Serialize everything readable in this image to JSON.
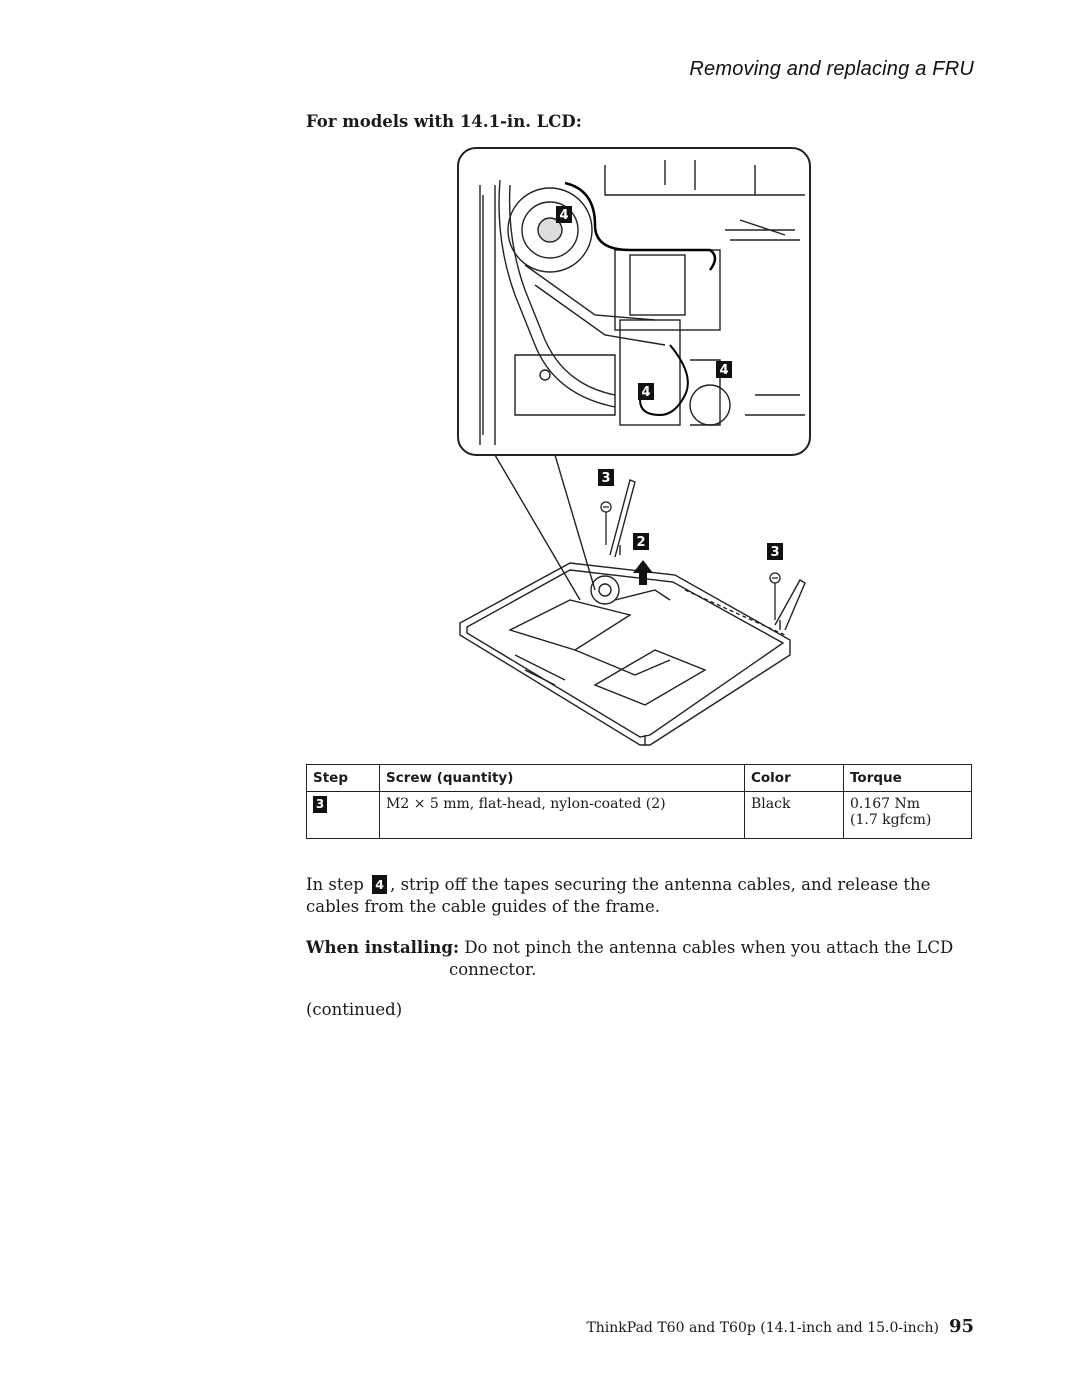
{
  "header": {
    "running_head": "Removing and replacing a FRU"
  },
  "section": {
    "heading": "For models with 14.1-in. LCD:"
  },
  "figure": {
    "callouts": {
      "c4a": "4",
      "c4b": "4",
      "c4c": "4",
      "c3a": "3",
      "c2": "2",
      "c3b": "3"
    }
  },
  "table": {
    "headers": {
      "step": "Step",
      "screw": "Screw (quantity)",
      "color": "Color",
      "torque": "Torque"
    },
    "rows": [
      {
        "step": "3",
        "screw": "M2 × 5 mm, flat-head, nylon-coated (2)",
        "color": "Black",
        "torque_line1": "0.167 Nm",
        "torque_line2": "(1.7 kgfcm)"
      }
    ]
  },
  "body": {
    "para1_before": "In step",
    "para1_step": "4",
    "para1_after": ", strip off the tapes securing the antenna cables, and release the cables from the cable guides of the frame.",
    "install_label": "When installing:",
    "install_text_line1": "Do not pinch the antenna cables when you attach the LCD",
    "install_text_line2": "connector.",
    "continued": "(continued)"
  },
  "footer": {
    "title": "ThinkPad T60 and T60p (14.1-inch and 15.0-inch)",
    "page": "95"
  }
}
